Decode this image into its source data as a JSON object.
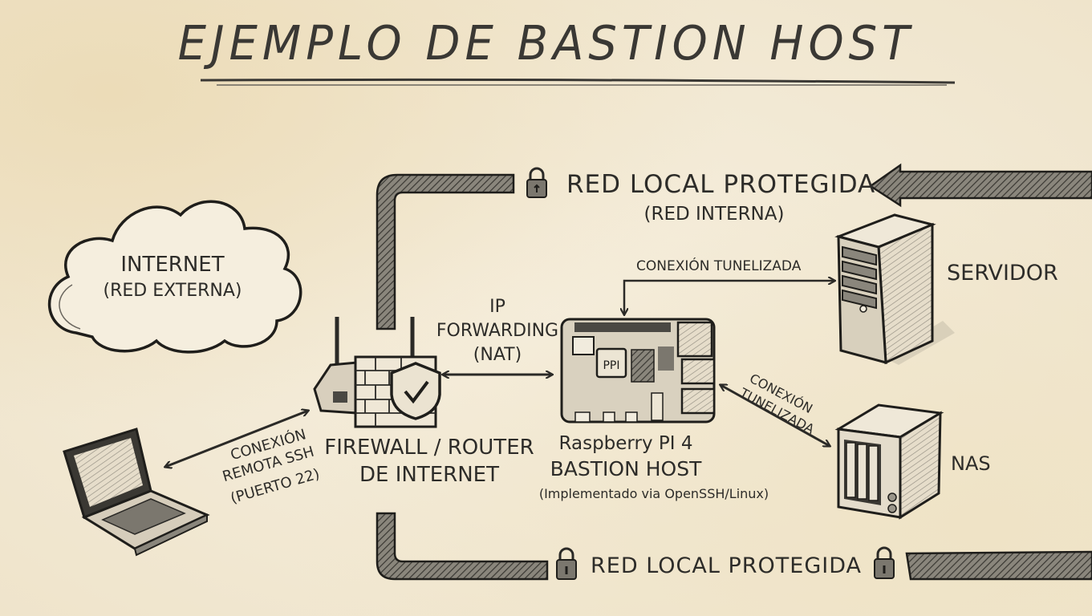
{
  "title": "EJEMPLO DE BASTION HOST",
  "colors": {
    "paper": "#f3ead6",
    "ink": "#2b2a27",
    "pipe_fill": "#6b6860",
    "pipe_edge": "#1f1e1b"
  },
  "network_zones": {
    "top": {
      "label": "RED LOCAL PROTEGIDA",
      "sublabel": "(RED INTERNA)",
      "icon": "padlock-icon"
    },
    "bottom": {
      "label": "RED LOCAL PROTEGIDA",
      "icons": [
        "padlock-icon",
        "padlock-icon"
      ]
    }
  },
  "nodes": {
    "internet": {
      "label": "INTERNET",
      "sublabel": "(RED EXTERNA)",
      "icon": "cloud-icon"
    },
    "laptop": {
      "icon": "laptop-icon"
    },
    "firewall": {
      "label_line1": "FIREWALL / ROUTER",
      "label_line2": "DE INTERNET",
      "icon": "firewall-router-icon"
    },
    "bastion": {
      "label_line1": "Raspberry PI 4",
      "label_line2": "BASTION HOST",
      "note": "(Implementado via OpenSSH/Linux)",
      "chip_text": "PPI",
      "icon": "raspberry-pi-board-icon"
    },
    "server": {
      "label": "SERVIDOR",
      "icon": "server-tower-icon"
    },
    "nas": {
      "label": "NAS",
      "icon": "nas-icon"
    }
  },
  "connections": {
    "ssh": {
      "line1": "CONEXIÓN",
      "line2": "REMOTA SSH",
      "line3": "(PUERTO 22)"
    },
    "forwarding": {
      "line1": "IP",
      "line2": "FORWARDING",
      "line3": "(NAT)"
    },
    "tunnel_server": {
      "label": "CONEXIÓN TUNELIZADA"
    },
    "tunnel_nas": {
      "line1": "CONEXIÓN",
      "line2": "TUNELIZADA"
    }
  }
}
